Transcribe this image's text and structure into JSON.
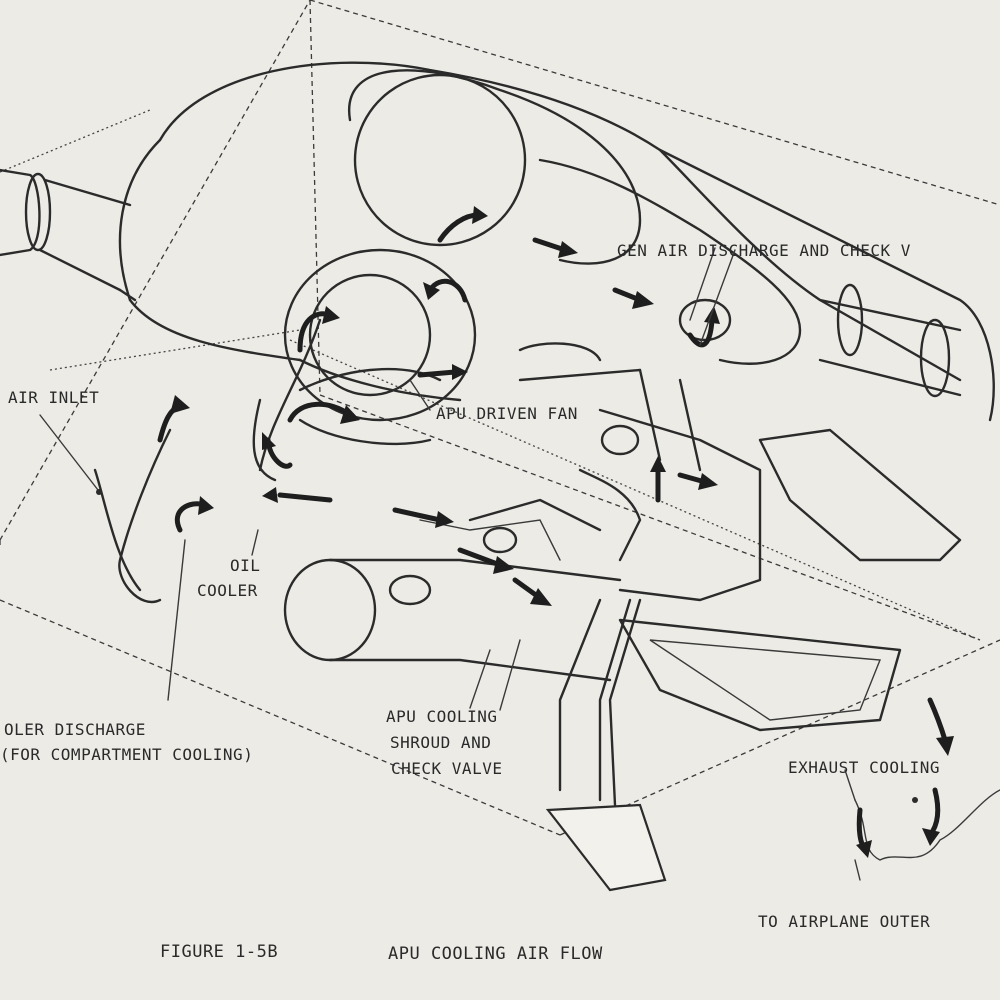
{
  "labels": {
    "gen_air": "GEN AIR DISCHARGE AND CHECK V",
    "air_inlet": "AIR INLET",
    "apu_fan": "APU DRIVEN FAN",
    "oil_cooler_1": "OIL",
    "oil_cooler_2": "COOLER",
    "cooler_discharge_1": "OLER DISCHARGE",
    "cooler_discharge_2": "(FOR COMPARTMENT COOLING)",
    "apu_shroud_1": "APU COOLING",
    "apu_shroud_2": "SHROUD AND",
    "apu_shroud_3": "CHECK VALVE",
    "exhaust": "EXHAUST COOLING",
    "to_airplane": "TO AIRPLANE OUTER"
  },
  "caption": {
    "figure": "FIGURE 1-5B",
    "title": "APU COOLING AIR FLOW"
  }
}
